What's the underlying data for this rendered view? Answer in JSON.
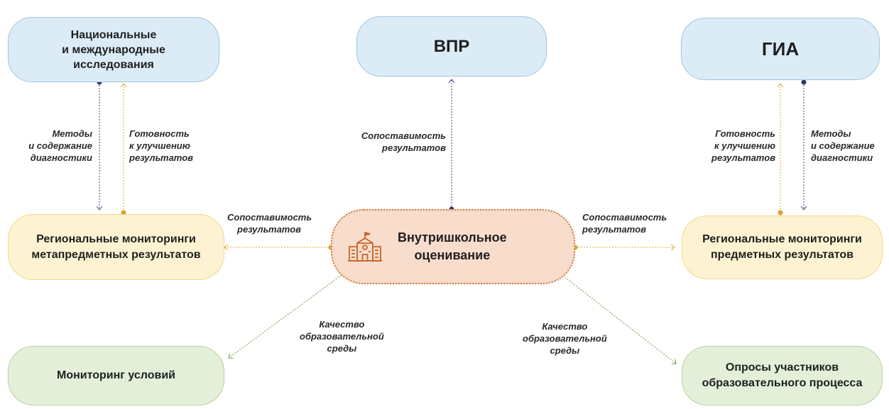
{
  "nodes": {
    "national": [
      "Национальные",
      "и международные",
      "исследования"
    ],
    "vpr": "ВПР",
    "gia": "ГИА",
    "regional_meta": [
      "Региональные мониторинги",
      "метапредметных результатов"
    ],
    "center": [
      "Внутришкольное",
      "оценивание"
    ],
    "regional_subject": [
      "Региональные мониторинги",
      "предметных результатов"
    ],
    "monitoring_conditions": "Мониторинг условий",
    "surveys": [
      "Опросы участников",
      "образовательного процесса"
    ]
  },
  "labels": {
    "methods_left": [
      "Методы",
      "и содержание",
      "диагностики"
    ],
    "readiness_left": [
      "Готовность",
      "к улучшению",
      "результатов"
    ],
    "comparability_top": [
      "Сопоставимость",
      "результатов"
    ],
    "readiness_right": [
      "Готовность",
      "к улучшению",
      "результатов"
    ],
    "methods_right": [
      "Методы",
      "и содержание",
      "диагностики"
    ],
    "comparability_left": [
      "Сопоставимость",
      "результатов"
    ],
    "comparability_right": [
      "Сопоставимость",
      "результатов"
    ],
    "quality_left": [
      "Качество",
      "образовательной",
      "среды"
    ],
    "quality_right": [
      "Качество",
      "образовательной",
      "среды"
    ]
  },
  "colors": {
    "blue_arrow": "#3b4a7a",
    "yellow_arrow": "#e0a82a",
    "green_arrow": "#6b9a3c",
    "center_border": "#d07a3a"
  },
  "icons": {
    "school": "school-building-icon"
  }
}
